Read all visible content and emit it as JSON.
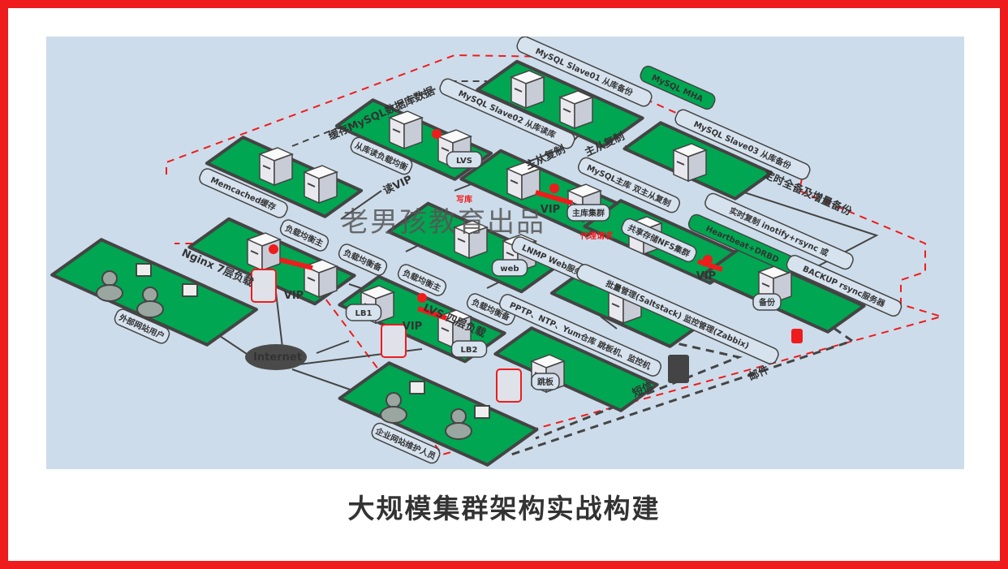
{
  "title": "大规模集群架构实战构建",
  "watermark": "老男孩教育出品",
  "colors": {
    "platform": "#00a651",
    "background": "#cddcea",
    "outline": "#444444",
    "accent_red": "#ee1c1c",
    "frame": "#ee1c1c"
  },
  "diagram": {
    "labels": {
      "cache_flow": "缓存MySQL数据库数据",
      "memcached": "Memcached缓存",
      "read_lb": "从库读负载均衡",
      "lvs": "LVS",
      "read_vip": "读VIP",
      "slave01": "MySQL Slave01 从库备份",
      "slave02": "MySQL Slave02 从库读库",
      "mha": "MySQL MHA",
      "slave03": "MySQL Slave03 从库备份",
      "replication1": "主从复制",
      "replication2": "主从复制",
      "master_desc": "MySQL主库 双主从复制",
      "master_badge": "主库集群",
      "write": "写库",
      "backup_flow": "定时全备及增量备份",
      "realtime_sync": "实时复制 inotify+rsync 或",
      "heartbeat": "Heartbeat+DRBD",
      "nfs": "共享存储NFS集群",
      "backup_server": "BACKUP rsync服务器",
      "backup_badge": "备份",
      "lnmp": "LNMP Web服务器",
      "web": "web",
      "proxy": "代理请求",
      "lb_master": "负载均衡主",
      "lb_backup": "负载均衡备",
      "nginx": "Nginx 7层负载",
      "lvs4": "LVS 四层负载",
      "lvs_master": "负载均衡主",
      "lvs_backup": "负载均衡备",
      "lb1": "LB1",
      "lb2": "LB2",
      "vip": "VIP",
      "vip2": "VIP",
      "vip3": "VIP",
      "vip4": "VIP",
      "internet": "Internet",
      "external_users": "外部网站用户",
      "maintainers": "企业网站维护人员",
      "saltstack": "批量管理(Saltstack) 监控管理(Zabbix)",
      "jump_desc": "PPTP、NTP、Yum仓库 跳板机、监控机",
      "jump_badge": "跳板",
      "sms": "短信",
      "mail": "邮件"
    }
  }
}
